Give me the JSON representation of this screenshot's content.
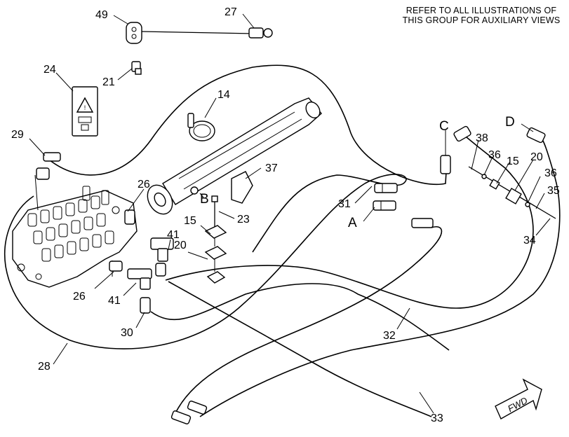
{
  "note": {
    "line1": "REFER TO ALL ILLUSTRATIONS OF",
    "line2": "THIS GROUP FOR AUXILIARY VIEWS"
  },
  "callouts": {
    "c49": "49",
    "c27": "27",
    "c21": "21",
    "c24": "24",
    "c14": "14",
    "c29": "29",
    "c26a": "26",
    "c26b": "26",
    "c37": "37",
    "c41a": "41",
    "c41b": "41",
    "c15a": "15",
    "c15b": "15",
    "c23": "23",
    "c20a": "20",
    "c20b": "20",
    "c31": "31",
    "c38": "38",
    "c36a": "36",
    "c36b": "36",
    "c35": "35",
    "c34": "34",
    "c32": "32",
    "c33": "33",
    "c28": "28",
    "c30": "30"
  },
  "letters": {
    "A": "A",
    "B": "B",
    "C": "C",
    "D": "D"
  },
  "fwd": "FWD"
}
